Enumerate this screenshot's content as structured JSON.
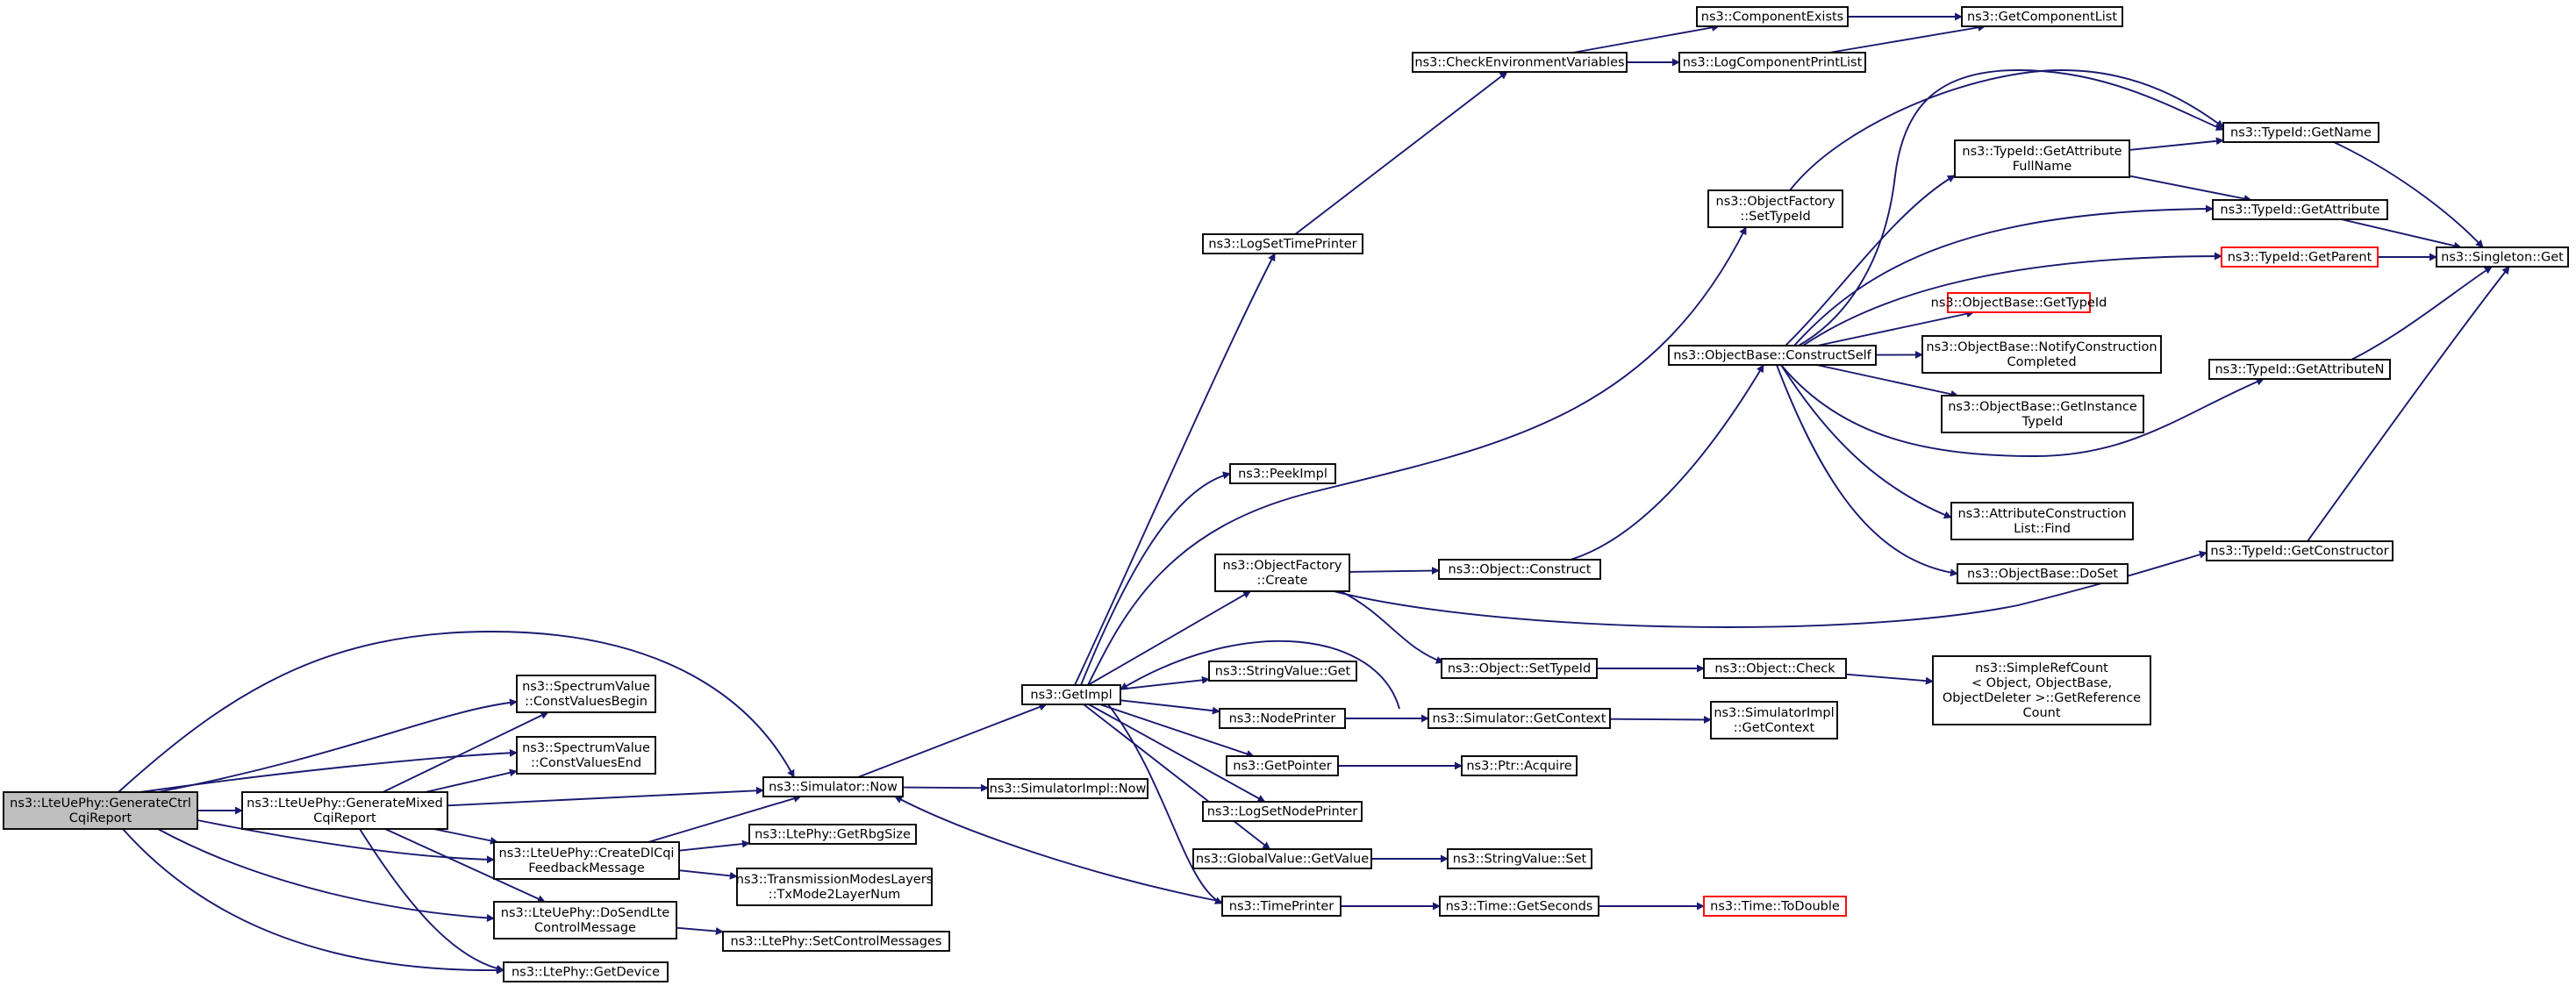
{
  "nodes": [
    {
      "id": "root",
      "lines": [
        "ns3::LteUePhy::GenerateCtrl",
        "CqiReport"
      ]
    },
    {
      "id": "genmixed",
      "lines": [
        "ns3::LteUePhy::GenerateMixed",
        "CqiReport"
      ]
    },
    {
      "id": "cvbegin",
      "lines": [
        "ns3::SpectrumValue",
        "::ConstValuesBegin"
      ]
    },
    {
      "id": "cvend",
      "lines": [
        "ns3::SpectrumValue",
        "::ConstValuesEnd"
      ]
    },
    {
      "id": "simnow",
      "lines": [
        "ns3::Simulator::Now"
      ]
    },
    {
      "id": "createdl",
      "lines": [
        "ns3::LteUePhy::CreateDlCqi",
        "FeedbackMessage"
      ]
    },
    {
      "id": "dosend",
      "lines": [
        "ns3::LteUePhy::DoSendLte",
        "ControlMessage"
      ]
    },
    {
      "id": "getdevice",
      "lines": [
        "ns3::LtePhy::GetDevice"
      ]
    },
    {
      "id": "getrbg",
      "lines": [
        "ns3::LtePhy::GetRbgSize"
      ]
    },
    {
      "id": "txmode",
      "lines": [
        "ns3::TransmissionModesLayers",
        "::TxMode2LayerNum"
      ]
    },
    {
      "id": "setctrl",
      "lines": [
        "ns3::LtePhy::SetControlMessages"
      ]
    },
    {
      "id": "getimpl",
      "lines": [
        "ns3::GetImpl"
      ]
    },
    {
      "id": "simimplnow",
      "lines": [
        "ns3::SimulatorImpl::Now"
      ]
    },
    {
      "id": "logsettime",
      "lines": [
        "ns3::LogSetTimePrinter"
      ]
    },
    {
      "id": "peekimpl",
      "lines": [
        "ns3::PeekImpl"
      ]
    },
    {
      "id": "ofcreate",
      "lines": [
        "ns3::ObjectFactory",
        "::Create"
      ]
    },
    {
      "id": "strget",
      "lines": [
        "ns3::StringValue::Get"
      ]
    },
    {
      "id": "nodeprinter",
      "lines": [
        "ns3::NodePrinter"
      ]
    },
    {
      "id": "getpointer",
      "lines": [
        "ns3::GetPointer"
      ]
    },
    {
      "id": "logsetnode",
      "lines": [
        "ns3::LogSetNodePrinter"
      ]
    },
    {
      "id": "gvgetvalue",
      "lines": [
        "ns3::GlobalValue::GetValue"
      ]
    },
    {
      "id": "timeprinter",
      "lines": [
        "ns3::TimePrinter"
      ]
    },
    {
      "id": "checkenv",
      "lines": [
        "ns3::CheckEnvironmentVariables"
      ]
    },
    {
      "id": "compexists",
      "lines": [
        "ns3::ComponentExists"
      ]
    },
    {
      "id": "getcomplist",
      "lines": [
        "ns3::GetComponentList"
      ]
    },
    {
      "id": "logcompprint",
      "lines": [
        "ns3::LogComponentPrintList"
      ]
    },
    {
      "id": "ofsettypeid",
      "lines": [
        "ns3::ObjectFactory",
        "::SetTypeId"
      ]
    },
    {
      "id": "objconstruct",
      "lines": [
        "ns3::Object::Construct"
      ]
    },
    {
      "id": "objsettypeid",
      "lines": [
        "ns3::Object::SetTypeId"
      ]
    },
    {
      "id": "simgetctx",
      "lines": [
        "ns3::Simulator::GetContext"
      ]
    },
    {
      "id": "ptracquire",
      "lines": [
        "ns3::Ptr::Acquire"
      ]
    },
    {
      "id": "strset",
      "lines": [
        "ns3::StringValue::Set"
      ]
    },
    {
      "id": "timegetsec",
      "lines": [
        "ns3::Time::GetSeconds"
      ]
    },
    {
      "id": "objcheck",
      "lines": [
        "ns3::Object::Check"
      ]
    },
    {
      "id": "simimplctx",
      "lines": [
        "ns3::SimulatorImpl",
        "::GetContext"
      ]
    },
    {
      "id": "timetodouble",
      "lines": [
        "ns3::Time::ToDouble"
      ]
    },
    {
      "id": "constructself",
      "lines": [
        "ns3::ObjectBase::ConstructSelf"
      ]
    },
    {
      "id": "simplerefcount",
      "lines": [
        "ns3::SimpleRefCount",
        "< Object, ObjectBase,",
        "ObjectDeleter >::GetReference",
        "Count"
      ]
    },
    {
      "id": "getattrfull",
      "lines": [
        "ns3::TypeId::GetAttribute",
        "FullName"
      ]
    },
    {
      "id": "obgettypeid",
      "lines": [
        "ns3::ObjectBase::GetTypeId"
      ]
    },
    {
      "id": "notifyconstr",
      "lines": [
        "ns3::ObjectBase::NotifyConstruction",
        "Completed"
      ]
    },
    {
      "id": "getinstance",
      "lines": [
        "ns3::ObjectBase::GetInstance",
        "TypeId"
      ]
    },
    {
      "id": "attrconstrfind",
      "lines": [
        "ns3::AttributeConstruction",
        "List::Find"
      ]
    },
    {
      "id": "obdoset",
      "lines": [
        "ns3::ObjectBase::DoSet"
      ]
    },
    {
      "id": "tidgetname",
      "lines": [
        "ns3::TypeId::GetName"
      ]
    },
    {
      "id": "tidgetattr",
      "lines": [
        "ns3::TypeId::GetAttribute"
      ]
    },
    {
      "id": "tidgetparent",
      "lines": [
        "ns3::TypeId::GetParent"
      ]
    },
    {
      "id": "tidgetattrn",
      "lines": [
        "ns3::TypeId::GetAttributeN"
      ]
    },
    {
      "id": "tidgetconstr",
      "lines": [
        "ns3::TypeId::GetConstructor"
      ]
    },
    {
      "id": "singletonget",
      "lines": [
        "ns3::Singleton::Get"
      ]
    }
  ],
  "edges": [
    [
      "root",
      "genmixed"
    ],
    [
      "root",
      "cvbegin"
    ],
    [
      "root",
      "cvend"
    ],
    [
      "root",
      "simnow"
    ],
    [
      "root",
      "createdl"
    ],
    [
      "root",
      "dosend"
    ],
    [
      "root",
      "getdevice"
    ],
    [
      "genmixed",
      "cvbegin"
    ],
    [
      "genmixed",
      "cvend"
    ],
    [
      "genmixed",
      "simnow"
    ],
    [
      "genmixed",
      "createdl"
    ],
    [
      "genmixed",
      "dosend"
    ],
    [
      "genmixed",
      "getdevice"
    ],
    [
      "createdl",
      "simnow"
    ],
    [
      "createdl",
      "getrbg"
    ],
    [
      "createdl",
      "txmode"
    ],
    [
      "dosend",
      "setctrl"
    ],
    [
      "simnow",
      "getimpl"
    ],
    [
      "simnow",
      "simimplnow"
    ],
    [
      "getimpl",
      "logsettime"
    ],
    [
      "getimpl",
      "peekimpl"
    ],
    [
      "getimpl",
      "ofsettypeid"
    ],
    [
      "getimpl",
      "ofcreate"
    ],
    [
      "getimpl",
      "strget"
    ],
    [
      "getimpl",
      "nodeprinter"
    ],
    [
      "getimpl",
      "getpointer"
    ],
    [
      "getimpl",
      "logsetnode"
    ],
    [
      "getimpl",
      "gvgetvalue"
    ],
    [
      "getimpl",
      "timeprinter"
    ],
    [
      "logsettime",
      "checkenv"
    ],
    [
      "checkenv",
      "compexists"
    ],
    [
      "checkenv",
      "logcompprint"
    ],
    [
      "compexists",
      "getcomplist"
    ],
    [
      "logcompprint",
      "getcomplist"
    ],
    [
      "ofsettypeid",
      "tidgetname"
    ],
    [
      "ofcreate",
      "objconstruct"
    ],
    [
      "ofcreate",
      "objsettypeid"
    ],
    [
      "ofcreate",
      "tidgetconstr"
    ],
    [
      "objconstruct",
      "constructself"
    ],
    [
      "objsettypeid",
      "objcheck"
    ],
    [
      "objcheck",
      "simplerefcount"
    ],
    [
      "nodeprinter",
      "simgetctx"
    ],
    [
      "simgetctx",
      "getimpl"
    ],
    [
      "simgetctx",
      "simimplctx"
    ],
    [
      "getpointer",
      "ptracquire"
    ],
    [
      "gvgetvalue",
      "strset"
    ],
    [
      "timeprinter",
      "simnow"
    ],
    [
      "timeprinter",
      "timegetsec"
    ],
    [
      "timegetsec",
      "timetodouble"
    ],
    [
      "constructself",
      "tidgetname"
    ],
    [
      "constructself",
      "getattrfull"
    ],
    [
      "constructself",
      "tidgetattr"
    ],
    [
      "constructself",
      "tidgetparent"
    ],
    [
      "constructself",
      "obgettypeid"
    ],
    [
      "constructself",
      "notifyconstr"
    ],
    [
      "constructself",
      "getinstance"
    ],
    [
      "constructself",
      "tidgetattrn"
    ],
    [
      "constructself",
      "attrconstrfind"
    ],
    [
      "constructself",
      "obdoset"
    ],
    [
      "getattrfull",
      "tidgetname"
    ],
    [
      "getattrfull",
      "tidgetattr"
    ],
    [
      "tidgetname",
      "singletonget"
    ],
    [
      "tidgetattr",
      "singletonget"
    ],
    [
      "tidgetparent",
      "singletonget"
    ],
    [
      "tidgetattrn",
      "singletonget"
    ],
    [
      "tidgetconstr",
      "singletonget"
    ]
  ],
  "colors": {
    "edge": "#191970",
    "root_fill": "#bfbfbf",
    "node_border": "#000000",
    "highlight_border": "#ff0000"
  },
  "highlighted": [
    "obgettypeid",
    "tidgetparent",
    "timetodouble"
  ]
}
